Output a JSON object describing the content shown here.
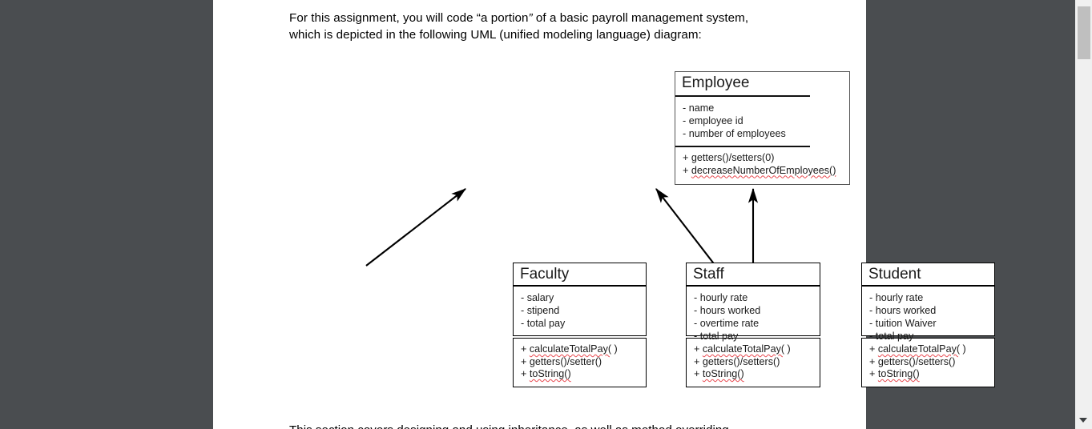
{
  "document": {
    "intro": {
      "line1_part1": "For this assignment, you will code “a portion",
      "line1_italic": "”",
      "line1_part2": " of a basic payroll management system,",
      "line2": "which is depicted in the following UML (unified modeling language) diagram:"
    },
    "next_paragraph_clipped": "This section covers designing and using inheritance, as well as method overriding."
  },
  "diagram": {
    "type": "uml-class-diagram",
    "relationship": "inheritance",
    "classes": [
      {
        "id": "employee",
        "name": "Employee",
        "role": "superclass",
        "attributes": [
          "- name",
          "- employee id",
          "- number of employees"
        ],
        "methods": [
          {
            "text": "+ getters()/setters(0)",
            "misspelled": false
          },
          {
            "prefix": "+ ",
            "text": "decreaseNumberOfEmployees()",
            "misspelled": true
          }
        ]
      },
      {
        "id": "faculty",
        "name": "Faculty",
        "role": "subclass",
        "attributes": [
          "- salary",
          "- stipend",
          "- total pay"
        ],
        "methods": [
          {
            "prefix": "+ ",
            "text": "calculateTotalPay(",
            "suffix": " )",
            "misspelled": true
          },
          {
            "text": "+ getters()/setter()",
            "misspelled": false
          },
          {
            "prefix": "+ ",
            "text": "toString()",
            "misspelled": true
          }
        ]
      },
      {
        "id": "staff",
        "name": "Staff",
        "role": "subclass",
        "attributes": [
          "- hourly rate",
          "- hours worked",
          "- overtime rate",
          "- total pay"
        ],
        "methods": [
          {
            "prefix": "+ ",
            "text": "calculateTotalPay(",
            "suffix": " )",
            "misspelled": true
          },
          {
            "text": "+ getters()/setters()",
            "misspelled": false
          },
          {
            "prefix": "+ ",
            "text": "toString()",
            "misspelled": true
          }
        ]
      },
      {
        "id": "student",
        "name": "Student",
        "role": "subclass",
        "attributes": [
          "- hourly rate",
          "- hours worked",
          "- tuition Waiver",
          "- total pay"
        ],
        "methods": [
          {
            "prefix": "+ ",
            "text": "calculateTotalPay(",
            "suffix": " )",
            "misspelled": true
          },
          {
            "text": "+ getters()/setters()",
            "misspelled": false
          },
          {
            "prefix": "+ ",
            "text": "toString()",
            "misspelled": true
          }
        ]
      }
    ]
  },
  "viewer": {
    "background_color": "#4a4d50",
    "page_color": "#ffffff",
    "scrollbar": {
      "track_color": "#f0f0f0",
      "thumb_color": "#bfbfbf",
      "down_arrow_icon": "chevron-down-icon"
    }
  },
  "colors": {
    "spellcheck_squiggle": "#e8494f",
    "text": "#1a1a1a",
    "box_border": "#000000"
  }
}
